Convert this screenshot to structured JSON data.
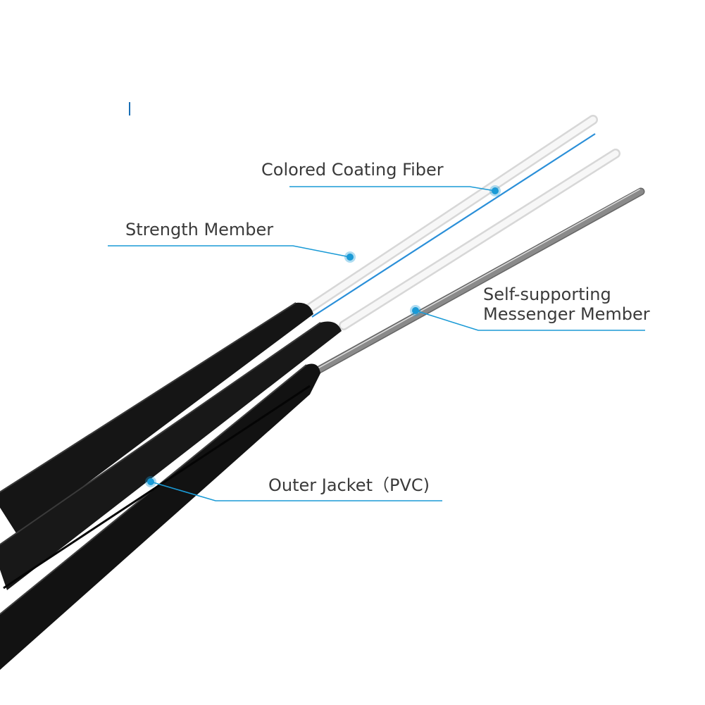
{
  "labels": {
    "colored_coating_fiber": "Colored Coating Fiber",
    "strength_member": "Strength Member",
    "messenger_line1": "Self-supporting",
    "messenger_line2": "Messenger Member",
    "outer_jacket": "Outer Jacket（PVC)"
  },
  "colors": {
    "callout": "#1a9ad6",
    "jacket": "#141414",
    "fiber_coating": "#2a8fd8",
    "steel": "#8c8c8c"
  }
}
